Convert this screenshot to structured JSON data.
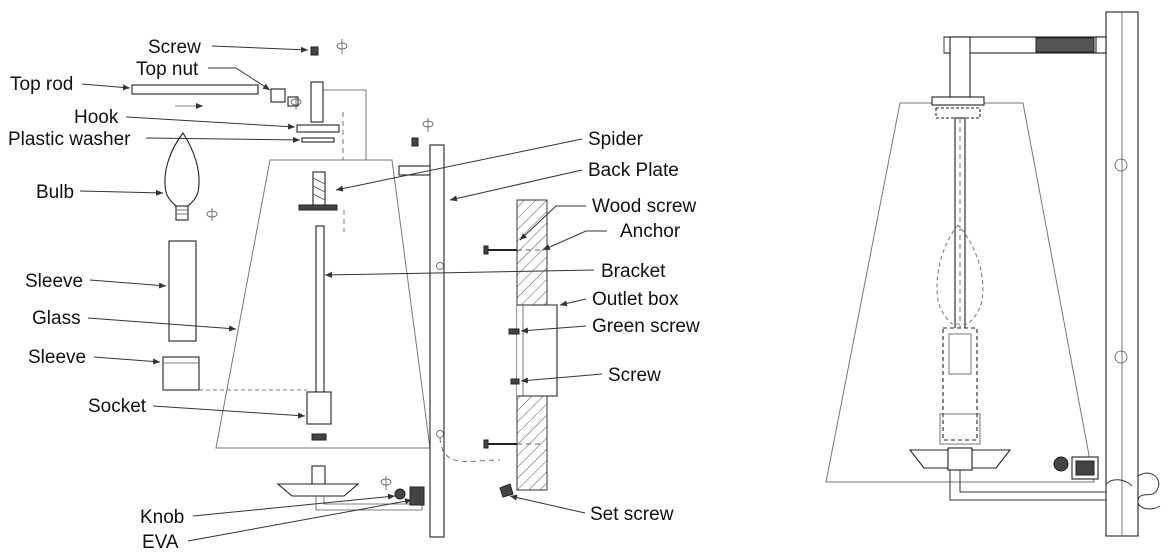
{
  "labels": {
    "screw_top": "Screw",
    "top_nut": "Top nut",
    "top_rod": "Top rod",
    "hook": "Hook",
    "plastic_washer": "Plastic washer",
    "bulb": "Bulb",
    "sleeve_1": "Sleeve",
    "glass": "Glass",
    "sleeve_2": "Sleeve",
    "socket": "Socket",
    "knob": "Knob",
    "eva": "EVA",
    "spider": "Spider",
    "back_plate": "Back Plate",
    "wood_screw": "Wood screw",
    "anchor": "Anchor",
    "bracket": "Bracket",
    "outlet_box": "Outlet box",
    "green_screw": "Green screw",
    "screw_box": "Screw",
    "set_screw": "Set screw"
  }
}
